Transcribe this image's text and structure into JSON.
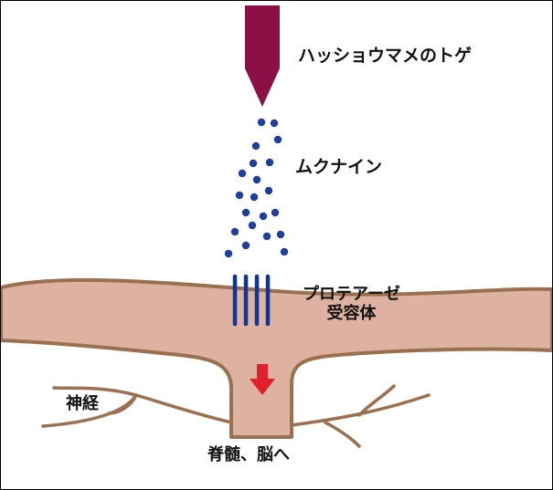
{
  "labels": {
    "spicule": "ハッショウマメのトゲ",
    "mucunain": "ムクナイン",
    "receptor_line1": "プロテアーゼ",
    "receptor_line2": "受容体",
    "nerve": "神経",
    "spine": "脊髄、脳へ"
  },
  "colors": {
    "spicule": "#8b1046",
    "particles": "#1f3f9a",
    "receptor": "#0d3696",
    "tissue_fill": "#deb2a0",
    "tissue_outline": "#9a7050",
    "nerve": "#9a7050",
    "arrow": "#e0202a",
    "text": "#111111"
  },
  "icons": {
    "spicule": "spicule-shape",
    "particles": "dot-particles",
    "receptor": "vertical-bars",
    "signal": "down-arrow-icon"
  }
}
